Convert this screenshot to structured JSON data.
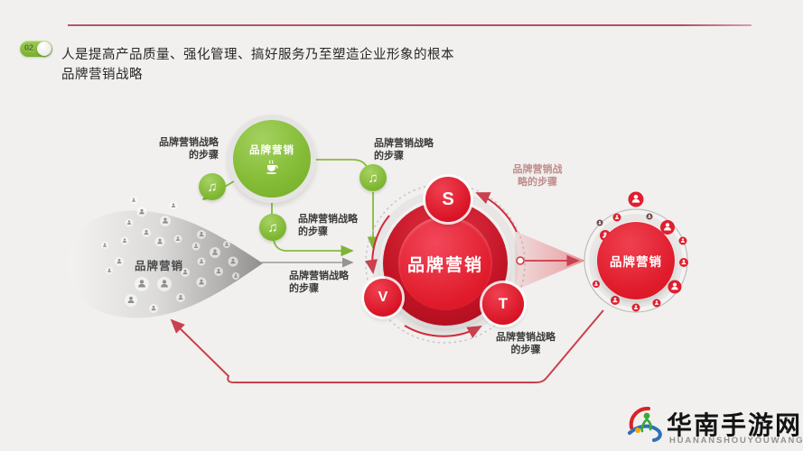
{
  "slide": {
    "bullet_number": "02",
    "title_line1": "人是提高产品质量、强化管理、搞好服务乃至塑造企业形象的根本",
    "title_line2": "品牌营销战略"
  },
  "funnel": {
    "label": "品牌营销"
  },
  "green_circle": {
    "label": "品牌营销",
    "icon": "coffee-cup-icon"
  },
  "main_circle": {
    "label": "品牌营销",
    "satellites": [
      "S",
      "V",
      "T"
    ]
  },
  "right_circle": {
    "label": "品牌营销",
    "icon": "person-icon"
  },
  "step_labels": {
    "left_of_green": {
      "line1": "品牌营销战略",
      "line2": "的步骤"
    },
    "right_of_green": {
      "line1": "品牌营销战略",
      "line2": "的步骤"
    },
    "below_green": {
      "line1": "品牌营销战略",
      "line2": "的步骤"
    },
    "left_of_main": {
      "line1": "品牌营销战略",
      "line2": "的步骤"
    },
    "right_of_main_pink": {
      "line1": "品牌营销战",
      "line2": "略的步骤"
    },
    "bottom_right_of_main": {
      "line1": "品牌营销战略",
      "line2": "的步骤"
    }
  },
  "icons": {
    "music_note": "♫"
  },
  "colors": {
    "accent_red": "#e01c2c",
    "dark_red": "#c01425",
    "green": "#85bd38",
    "pink_label": "#c08d8d",
    "top_line_red": "#b14f62",
    "gray": "#9a9a9a"
  },
  "watermark": {
    "name_cn": "华南手游网",
    "name_en": "HUANANSHOUYOUWANG"
  }
}
